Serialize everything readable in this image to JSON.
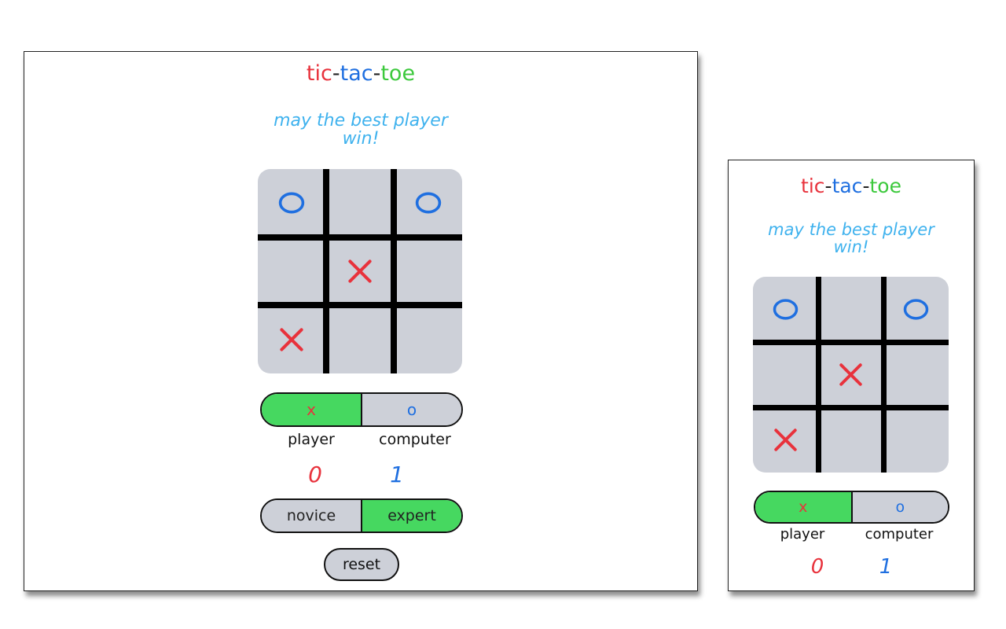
{
  "game": {
    "title_parts": [
      "tic",
      "-",
      "tac",
      "-",
      "toe"
    ],
    "subtitle_line1": "may the best player",
    "subtitle_line2": "win!",
    "board": [
      "o",
      "",
      "o",
      "",
      "x",
      "",
      "x",
      "",
      ""
    ],
    "symbol_toggle": {
      "x_label": "x",
      "o_label": "o",
      "active": "x"
    },
    "player_label": "player",
    "computer_label": "computer",
    "player_score": "0",
    "computer_score": "1",
    "difficulty": {
      "novice_label": "novice",
      "expert_label": "expert",
      "active": "expert"
    },
    "reset_label": "reset"
  },
  "colors": {
    "x_mark": "#e8323c",
    "o_mark": "#1f6fe0",
    "active_green": "#46d860",
    "board_gray": "#cdd0d8",
    "subtitle_blue": "#3fb2ee"
  }
}
